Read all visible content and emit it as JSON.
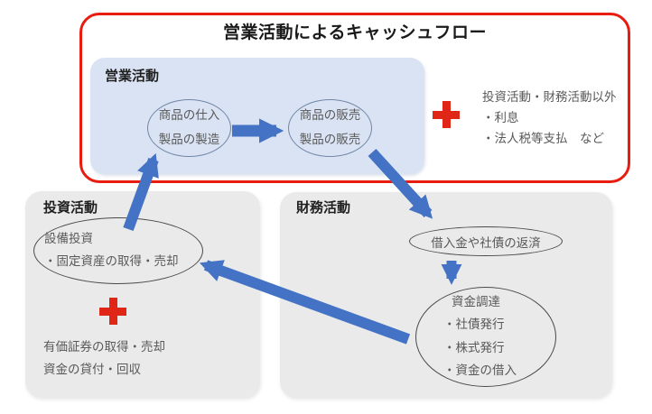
{
  "title": "営業活動によるキャッシュフロー",
  "operating": {
    "label": "営業活動",
    "purchase": {
      "line1": "商品の仕入",
      "line2": "製品の製造"
    },
    "sales": {
      "line1": "商品の販売",
      "line2": "製品の販売"
    },
    "plus_note": {
      "line1": "投資活動・財務活動以外",
      "line2": "・利息",
      "line3": "・法人税等支払　など"
    }
  },
  "investing": {
    "label": "投資活動",
    "ellipse": {
      "line1": "設備投資",
      "line2": "・固定資産の取得・売却"
    },
    "notes": {
      "line1": "有価証券の取得・売却",
      "line2": "資金の貸付・回収"
    }
  },
  "financing": {
    "label": "財務活動",
    "repayment": "借入金や社債の返済",
    "funding": {
      "line1": "資金調達",
      "line2": "・社債発行",
      "line3": "・株式発行",
      "line4": "・資金の借入"
    }
  },
  "icons": {
    "plus_top": "plus-icon",
    "plus_invest": "plus-icon",
    "arrows": [
      "arrow-purchase-to-sales",
      "arrow-invest-to-purchase",
      "arrow-sales-to-repayment",
      "arrow-repayment-to-funding",
      "arrow-funding-to-invest"
    ]
  },
  "colors": {
    "frame_red": "#e81c0f",
    "plus_red": "#e02616",
    "arrow_blue": "#4472c4",
    "operating_bg": "#dae3f3",
    "activity_bg": "#eaeaea",
    "text_gray": "#595959"
  }
}
